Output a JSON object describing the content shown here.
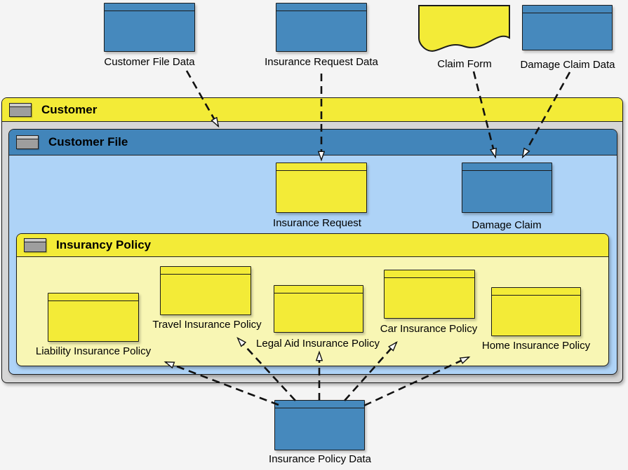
{
  "diagram": {
    "external_nodes": [
      {
        "id": "customer-file-data",
        "label": "Customer File Data",
        "shape": "card",
        "color": "blue"
      },
      {
        "id": "insurance-request-data",
        "label": "Insurance Request Data",
        "shape": "card",
        "color": "blue"
      },
      {
        "id": "claim-form",
        "label": "Claim Form",
        "shape": "document",
        "color": "yellow"
      },
      {
        "id": "damage-claim-data",
        "label": "Damage Claim Data",
        "shape": "card",
        "color": "blue"
      }
    ],
    "containers": {
      "customer": {
        "label": "Customer"
      },
      "customer_file": {
        "label": "Customer File"
      },
      "insurancy_policy": {
        "label": "Insurancy Policy"
      }
    },
    "nodes": {
      "insurance_request": {
        "label": "Insurance Request",
        "color": "yellow"
      },
      "damage_claim": {
        "label": "Damage Claim",
        "color": "blue"
      },
      "liability": {
        "label": "Liability Insurance Policy",
        "color": "yellow"
      },
      "travel": {
        "label": "Travel Insurance Policy",
        "color": "yellow"
      },
      "legal_aid": {
        "label": "Legal Aid Insurance Policy",
        "color": "yellow"
      },
      "car": {
        "label": "Car Insurance Policy",
        "color": "yellow"
      },
      "home": {
        "label": "Home Insurance Policy",
        "color": "yellow"
      },
      "insurance_policy_data": {
        "label": "Insurance Policy Data",
        "color": "blue"
      }
    },
    "edges": [
      {
        "from": "customer-file-data",
        "to": "customer_file",
        "style": "dashed-open-arrow"
      },
      {
        "from": "insurance-request-data",
        "to": "insurance_request",
        "style": "dashed-open-arrow"
      },
      {
        "from": "claim-form",
        "to": "damage_claim",
        "style": "dashed-open-arrow"
      },
      {
        "from": "damage-claim-data",
        "to": "damage_claim",
        "style": "dashed-open-arrow"
      },
      {
        "from": "insurance_policy_data",
        "to": "liability",
        "style": "dashed-open-arrow"
      },
      {
        "from": "insurance_policy_data",
        "to": "travel",
        "style": "dashed-open-arrow"
      },
      {
        "from": "insurance_policy_data",
        "to": "legal_aid",
        "style": "dashed-open-arrow"
      },
      {
        "from": "insurance_policy_data",
        "to": "car",
        "style": "dashed-open-arrow"
      },
      {
        "from": "insurance_policy_data",
        "to": "home",
        "style": "dashed-open-arrow"
      }
    ],
    "colors": {
      "node_blue": "#4689bd",
      "node_yellow": "#f3eb37",
      "customer_body": "#d6d6d6",
      "customer_file_body": "#aed3f7",
      "insurancy_body": "#f8f6b4",
      "edge": "#111111",
      "page_background": "#f4f4f4"
    }
  }
}
